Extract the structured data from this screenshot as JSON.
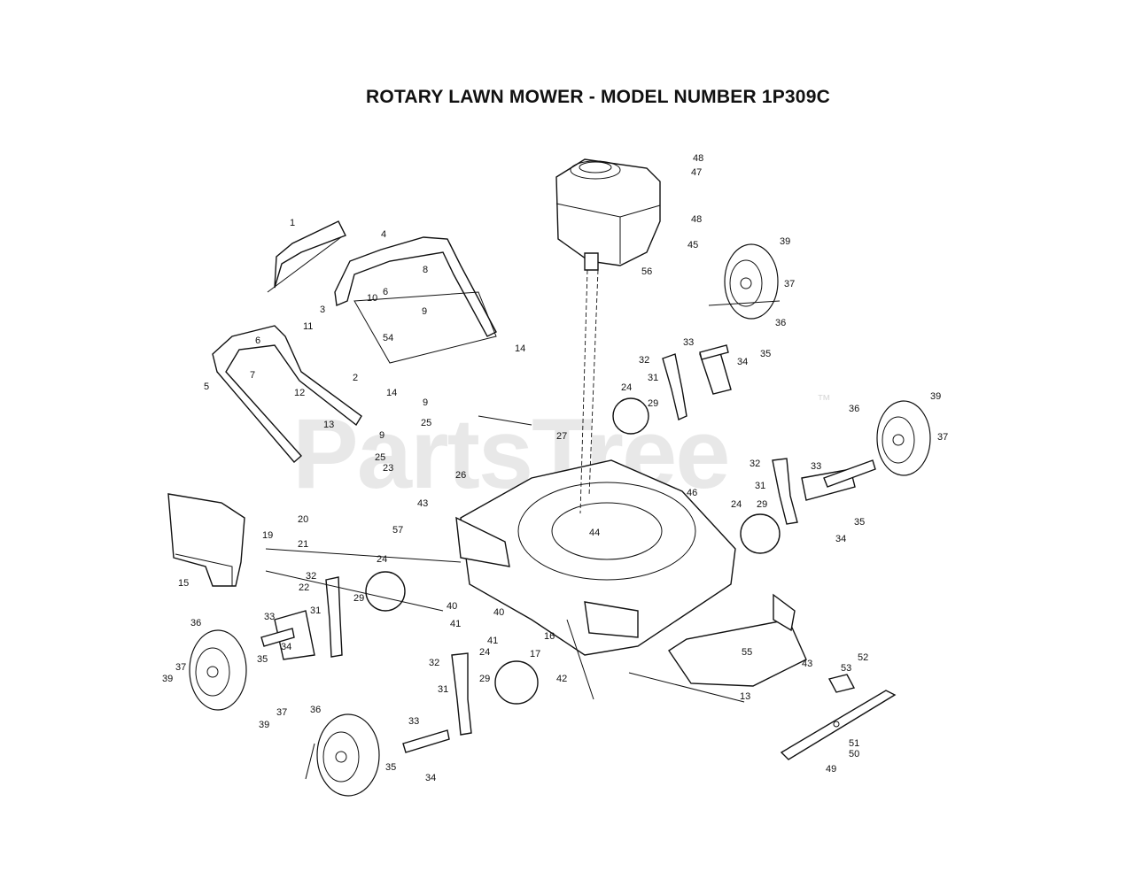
{
  "title": "ROTARY LAWN MOWER - MODEL NUMBER 1P309C",
  "watermark": {
    "text": "PartsTree",
    "mark": "™"
  },
  "callouts": [
    "1",
    "2",
    "3",
    "4",
    "5",
    "6",
    "6",
    "7",
    "8",
    "9",
    "9",
    "9",
    "10",
    "11",
    "12",
    "13",
    "13",
    "14",
    "14",
    "15",
    "16",
    "17",
    "19",
    "20",
    "21",
    "22",
    "23",
    "24",
    "24",
    "24",
    "24",
    "25",
    "25",
    "26",
    "27",
    "29",
    "29",
    "29",
    "29",
    "31",
    "31",
    "31",
    "31",
    "32",
    "32",
    "32",
    "32",
    "33",
    "33",
    "33",
    "33",
    "34",
    "34",
    "34",
    "34",
    "35",
    "35",
    "35",
    "35",
    "36",
    "36",
    "36",
    "36",
    "37",
    "37",
    "37",
    "37",
    "39",
    "39",
    "39",
    "39",
    "40",
    "40",
    "41",
    "41",
    "42",
    "43",
    "43",
    "44",
    "45",
    "46",
    "47",
    "48",
    "48",
    "49",
    "50",
    "51",
    "52",
    "53",
    "54",
    "55",
    "56",
    "57"
  ]
}
